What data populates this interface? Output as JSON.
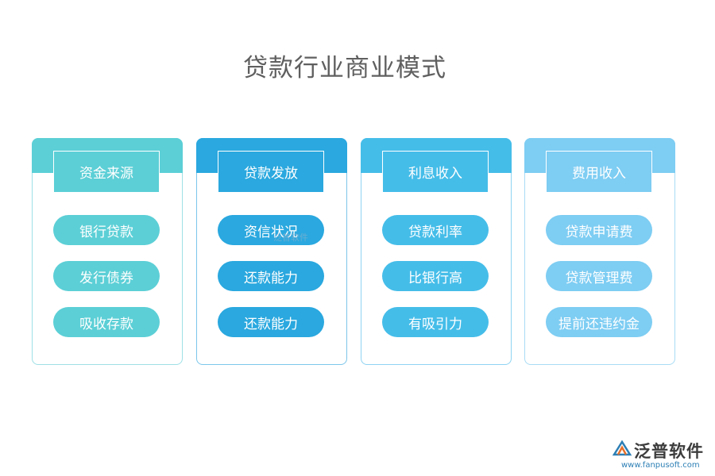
{
  "title": "贷款行业商业模式",
  "colors": {
    "teal": "#5ccfd6",
    "blue": "#2aa8df",
    "sky": "#45bde9",
    "light": "#7ecdf3"
  },
  "columns": [
    {
      "header": "资金来源",
      "items": [
        "银行贷款",
        "发行债券",
        "吸收存款"
      ]
    },
    {
      "header": "贷款发放",
      "items": [
        "资信状况",
        "还款能力",
        "还款能力"
      ]
    },
    {
      "header": "利息收入",
      "items": [
        "贷款利率",
        "比银行高",
        "有吸引力"
      ]
    },
    {
      "header": "费用收入",
      "items": [
        "贷款申请费",
        "贷款管理费",
        "提前还违约金"
      ]
    }
  ],
  "watermark": "泛普软件",
  "logo": {
    "name": "泛普软件",
    "url": "www.fanpusoft.com",
    "icon": "fanpu-logo-icon"
  }
}
